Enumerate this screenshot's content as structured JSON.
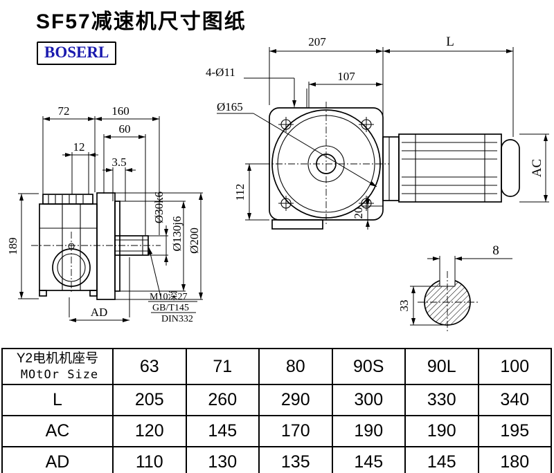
{
  "page": {
    "title": "SF57减速机尺寸图纸",
    "brand": "BOSERL"
  },
  "left_view": {
    "d72": "72",
    "d160": "160",
    "d60": "60",
    "d12": "12",
    "d35": "3.5",
    "d189": "189",
    "dAD": "AD",
    "shaft_dia": "Ø30k6",
    "spigot_dia": "Ø130j6",
    "flange_dia": "Ø200",
    "note1": "M10深27",
    "note2": "GB/T145",
    "note3": "DIN332"
  },
  "right_view": {
    "d207": "207",
    "dL": "L",
    "bolt_holes": "4-Ø11",
    "d107": "107",
    "dia165": "Ø165",
    "d112": "112",
    "d20": "20",
    "dAC": "AC"
  },
  "shaft_section": {
    "d8": "8",
    "d33": "33"
  },
  "table": {
    "header": {
      "line1": "Y2电机机座号",
      "line2": "MOtOr Size",
      "sizes": [
        "63",
        "71",
        "80",
        "90S",
        "90L",
        "100"
      ]
    },
    "rows": [
      {
        "label": "L",
        "values": [
          "205",
          "260",
          "290",
          "300",
          "330",
          "340"
        ]
      },
      {
        "label": "AC",
        "values": [
          "120",
          "145",
          "170",
          "190",
          "190",
          "195"
        ]
      },
      {
        "label": "AD",
        "values": [
          "110",
          "130",
          "135",
          "145",
          "145",
          "180"
        ]
      }
    ]
  }
}
